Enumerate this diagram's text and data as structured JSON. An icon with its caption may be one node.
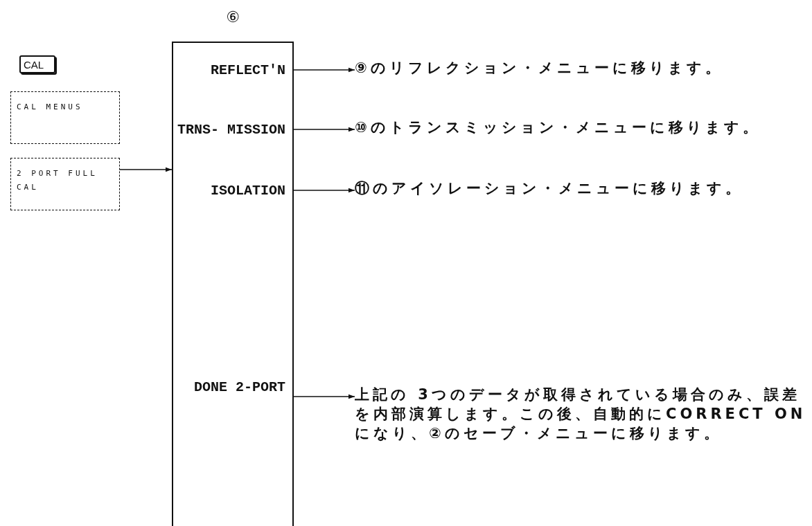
{
  "diagram": {
    "nodes": [
      {
        "text": [
          "CAL"
        ]
      },
      {
        "text": [
          "CAL MENUS"
        ]
      },
      {
        "text": [
          "2 PORT FULL CAL"
        ]
      },
      {
        "text": [
          "⑥"
        ]
      },
      {
        "text": [
          "REFLECT'N"
        ],
        "in": 3
      },
      {
        "text": [
          "TRNS- MISSION"
        ],
        "in": 3
      },
      {
        "text": [
          "ISOLATION"
        ],
        "in": 3
      },
      {
        "text": [
          "DONE 2-PORT"
        ],
        "in": 3
      },
      {
        "text": [
          "⑨のリフレクション・メニューに移ります。"
        ]
      },
      {
        "text": [
          "⑩のトランスミッション・メニューに移ります。"
        ]
      },
      {
        "text": [
          "⑪のアイソレーション・メニューに移ります。"
        ]
      },
      {
        "text": [
          "上記の 3つのデータが取得されている場合のみ、誤差を内部演算します。この後、自動的にCORRECT ONになり、②のセーブ・メニューに移ります。"
        ]
      }
    ],
    "edges": [
      {
        "from": 2,
        "to": 3,
        "arrow": "to"
      },
      {
        "from": 4,
        "to": 8,
        "arrow": "to"
      },
      {
        "from": 5,
        "to": 9,
        "arrow": "to"
      },
      {
        "from": 6,
        "to": 10,
        "arrow": "to"
      },
      {
        "from": 7,
        "to": 11,
        "arrow": "to"
      }
    ]
  }
}
